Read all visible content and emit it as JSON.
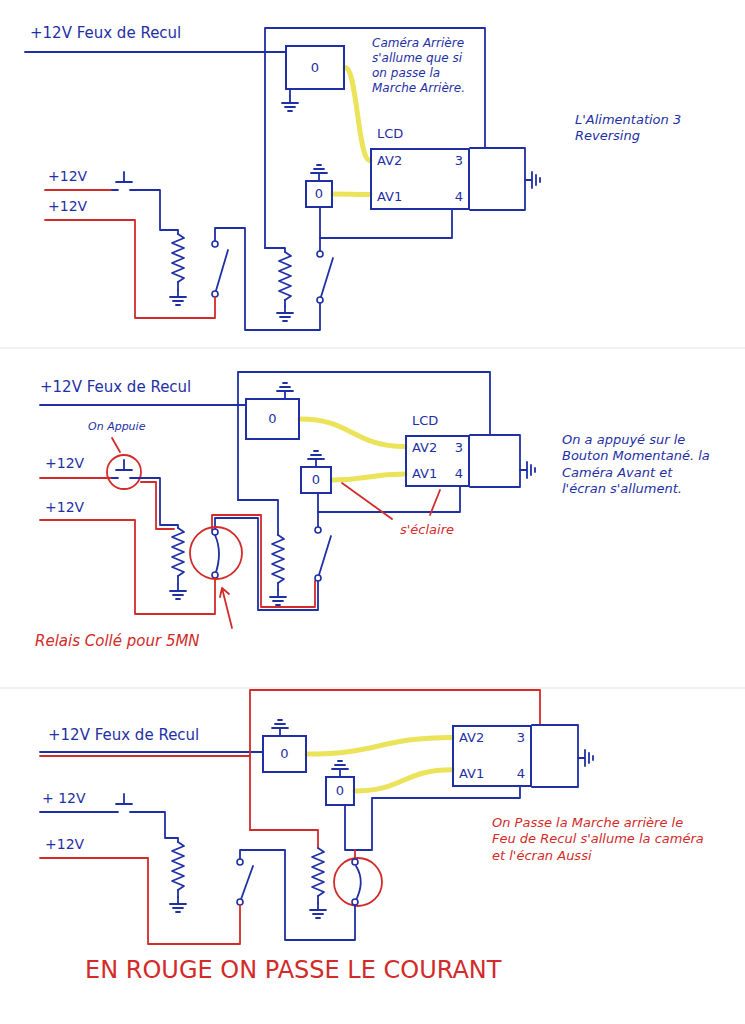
{
  "diagram": {
    "nodes": [
      {
        "text": [
          "0"
        ]
      },
      {
        "text": [
          "0"
        ]
      },
      {
        "text": [
          "LCD",
          "AV2",
          "3",
          "AV1",
          "4"
        ]
      },
      {
        "text": [
          "0"
        ]
      },
      {
        "text": [
          "0"
        ]
      },
      {
        "text": [
          "LCD",
          "AV2",
          "3",
          "AV1",
          "4"
        ]
      },
      {
        "text": [
          "0"
        ]
      },
      {
        "text": [
          "0"
        ]
      },
      {
        "text": [
          "AV2",
          "3",
          "AV1",
          "4"
        ]
      }
    ],
    "edges": [
      {
        "from": 0,
        "to": 2,
        "arrow": "none"
      },
      {
        "from": 1,
        "to": 2,
        "arrow": "none"
      },
      {
        "from": 3,
        "to": 5,
        "arrow": "none"
      },
      {
        "from": 4,
        "to": 5,
        "arrow": "none"
      },
      {
        "from": 6,
        "to": 8,
        "arrow": "none"
      },
      {
        "from": 7,
        "to": 8,
        "arrow": "none"
      }
    ],
    "labels": [
      "+12V Feux de Recul",
      "Caméra Arrière s'allume que si on passe la Marche Arrière.",
      "L'Alimentation 3 Reversing",
      "+12V",
      "+12V",
      "+12V Feux de Recul",
      "On Appuie",
      "+12V",
      "+12V",
      "s'éclaire",
      "Relais Collé pour 5MN",
      "On a appuyé sur le Bouton Momentané. la Caméra Avant et l'écran s'allument.",
      "+12V Feux de Recul",
      "+ 12V",
      "+12V",
      "On Passe la Marche arrière le Feu de Recul s'allume la caméra et l'écran Aussi",
      "EN ROUGE ON PASSE LE COURANT"
    ]
  }
}
